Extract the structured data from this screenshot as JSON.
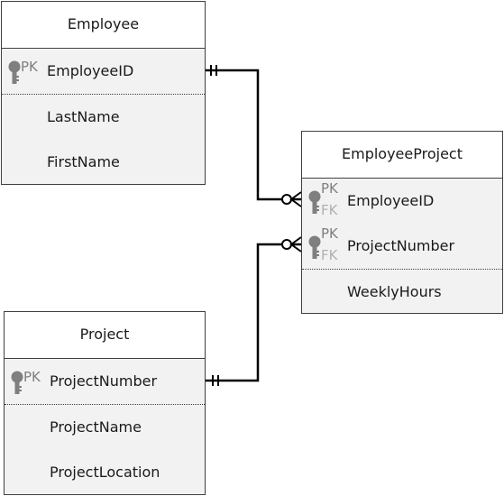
{
  "employee": {
    "title": "Employee",
    "pk_tag": "PK",
    "key_field": "EmployeeID",
    "fields": [
      "LastName",
      "FirstName"
    ]
  },
  "employee_project": {
    "title": "EmployeeProject",
    "pk_tag": "PK",
    "fk_tag": "FK",
    "key_fields": [
      "EmployeeID",
      "ProjectNumber"
    ],
    "fields": [
      "WeeklyHours"
    ]
  },
  "project": {
    "title": "Project",
    "pk_tag": "PK",
    "key_field": "ProjectNumber",
    "fields": [
      "ProjectName",
      "ProjectLocation"
    ]
  },
  "colors": {
    "line": "#000000",
    "border": "#404040",
    "key_icon": "#7f7f7f",
    "fk": "#b0b0b0"
  }
}
